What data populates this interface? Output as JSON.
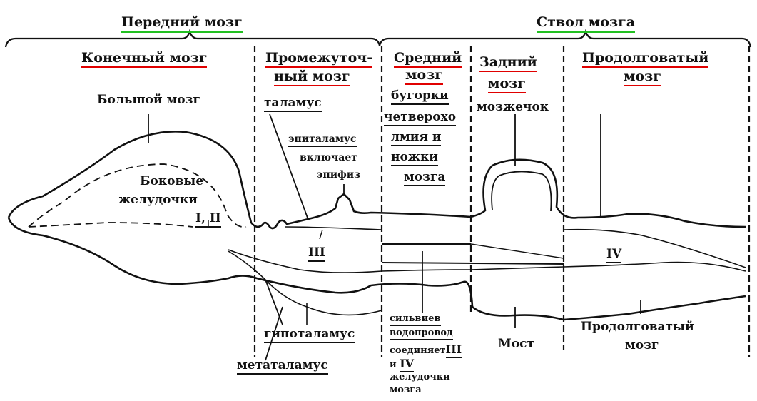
{
  "regions": {
    "forebrain": "Передний мозг",
    "brainstem": "Ствол мозга"
  },
  "sections": {
    "telencephalon": "Конечный мозг",
    "diencephalon_1": "Промежуточ-",
    "diencephalon_2": "ный мозг",
    "midbrain_1": "Средний",
    "midbrain_2": "мозг",
    "hindbrain_1": "Задний",
    "hindbrain_2": "мозг",
    "medulla_1": "Продолговатый",
    "medulla_2": "мозг"
  },
  "labels": {
    "cerebrum": "Большой мозг",
    "thalamus": "таламус",
    "epithalamus": "эпиталамус",
    "includes": "включает",
    "epiphysis": "эпифиз",
    "lateral_1": "Боковые",
    "lateral_2": "желудочки",
    "ventricles_12": "I, II",
    "ventricle_3": "III",
    "ventricle_4": "IV",
    "colliculi_1": "бугорки",
    "colliculi_2": "четверохо",
    "colliculi_3": "лмия и",
    "colliculi_4": "ножки",
    "colliculi_5": "мозга",
    "cerebellum": "мозжечок",
    "hypothalamus": "гипоталамус",
    "metathalamus": "метаталамус",
    "aqueduct_1": "сильвиев",
    "aqueduct_2": "водопровод",
    "aqueduct_3": "соединяет",
    "aqueduct_3b": "III",
    "aqueduct_4": "и",
    "aqueduct_4b": "IV",
    "aqueduct_5": "желудочки",
    "aqueduct_6": "мозга",
    "pons": "Мост",
    "medulla_low_1": "Продолговатый",
    "medulla_low_2": "мозг"
  }
}
